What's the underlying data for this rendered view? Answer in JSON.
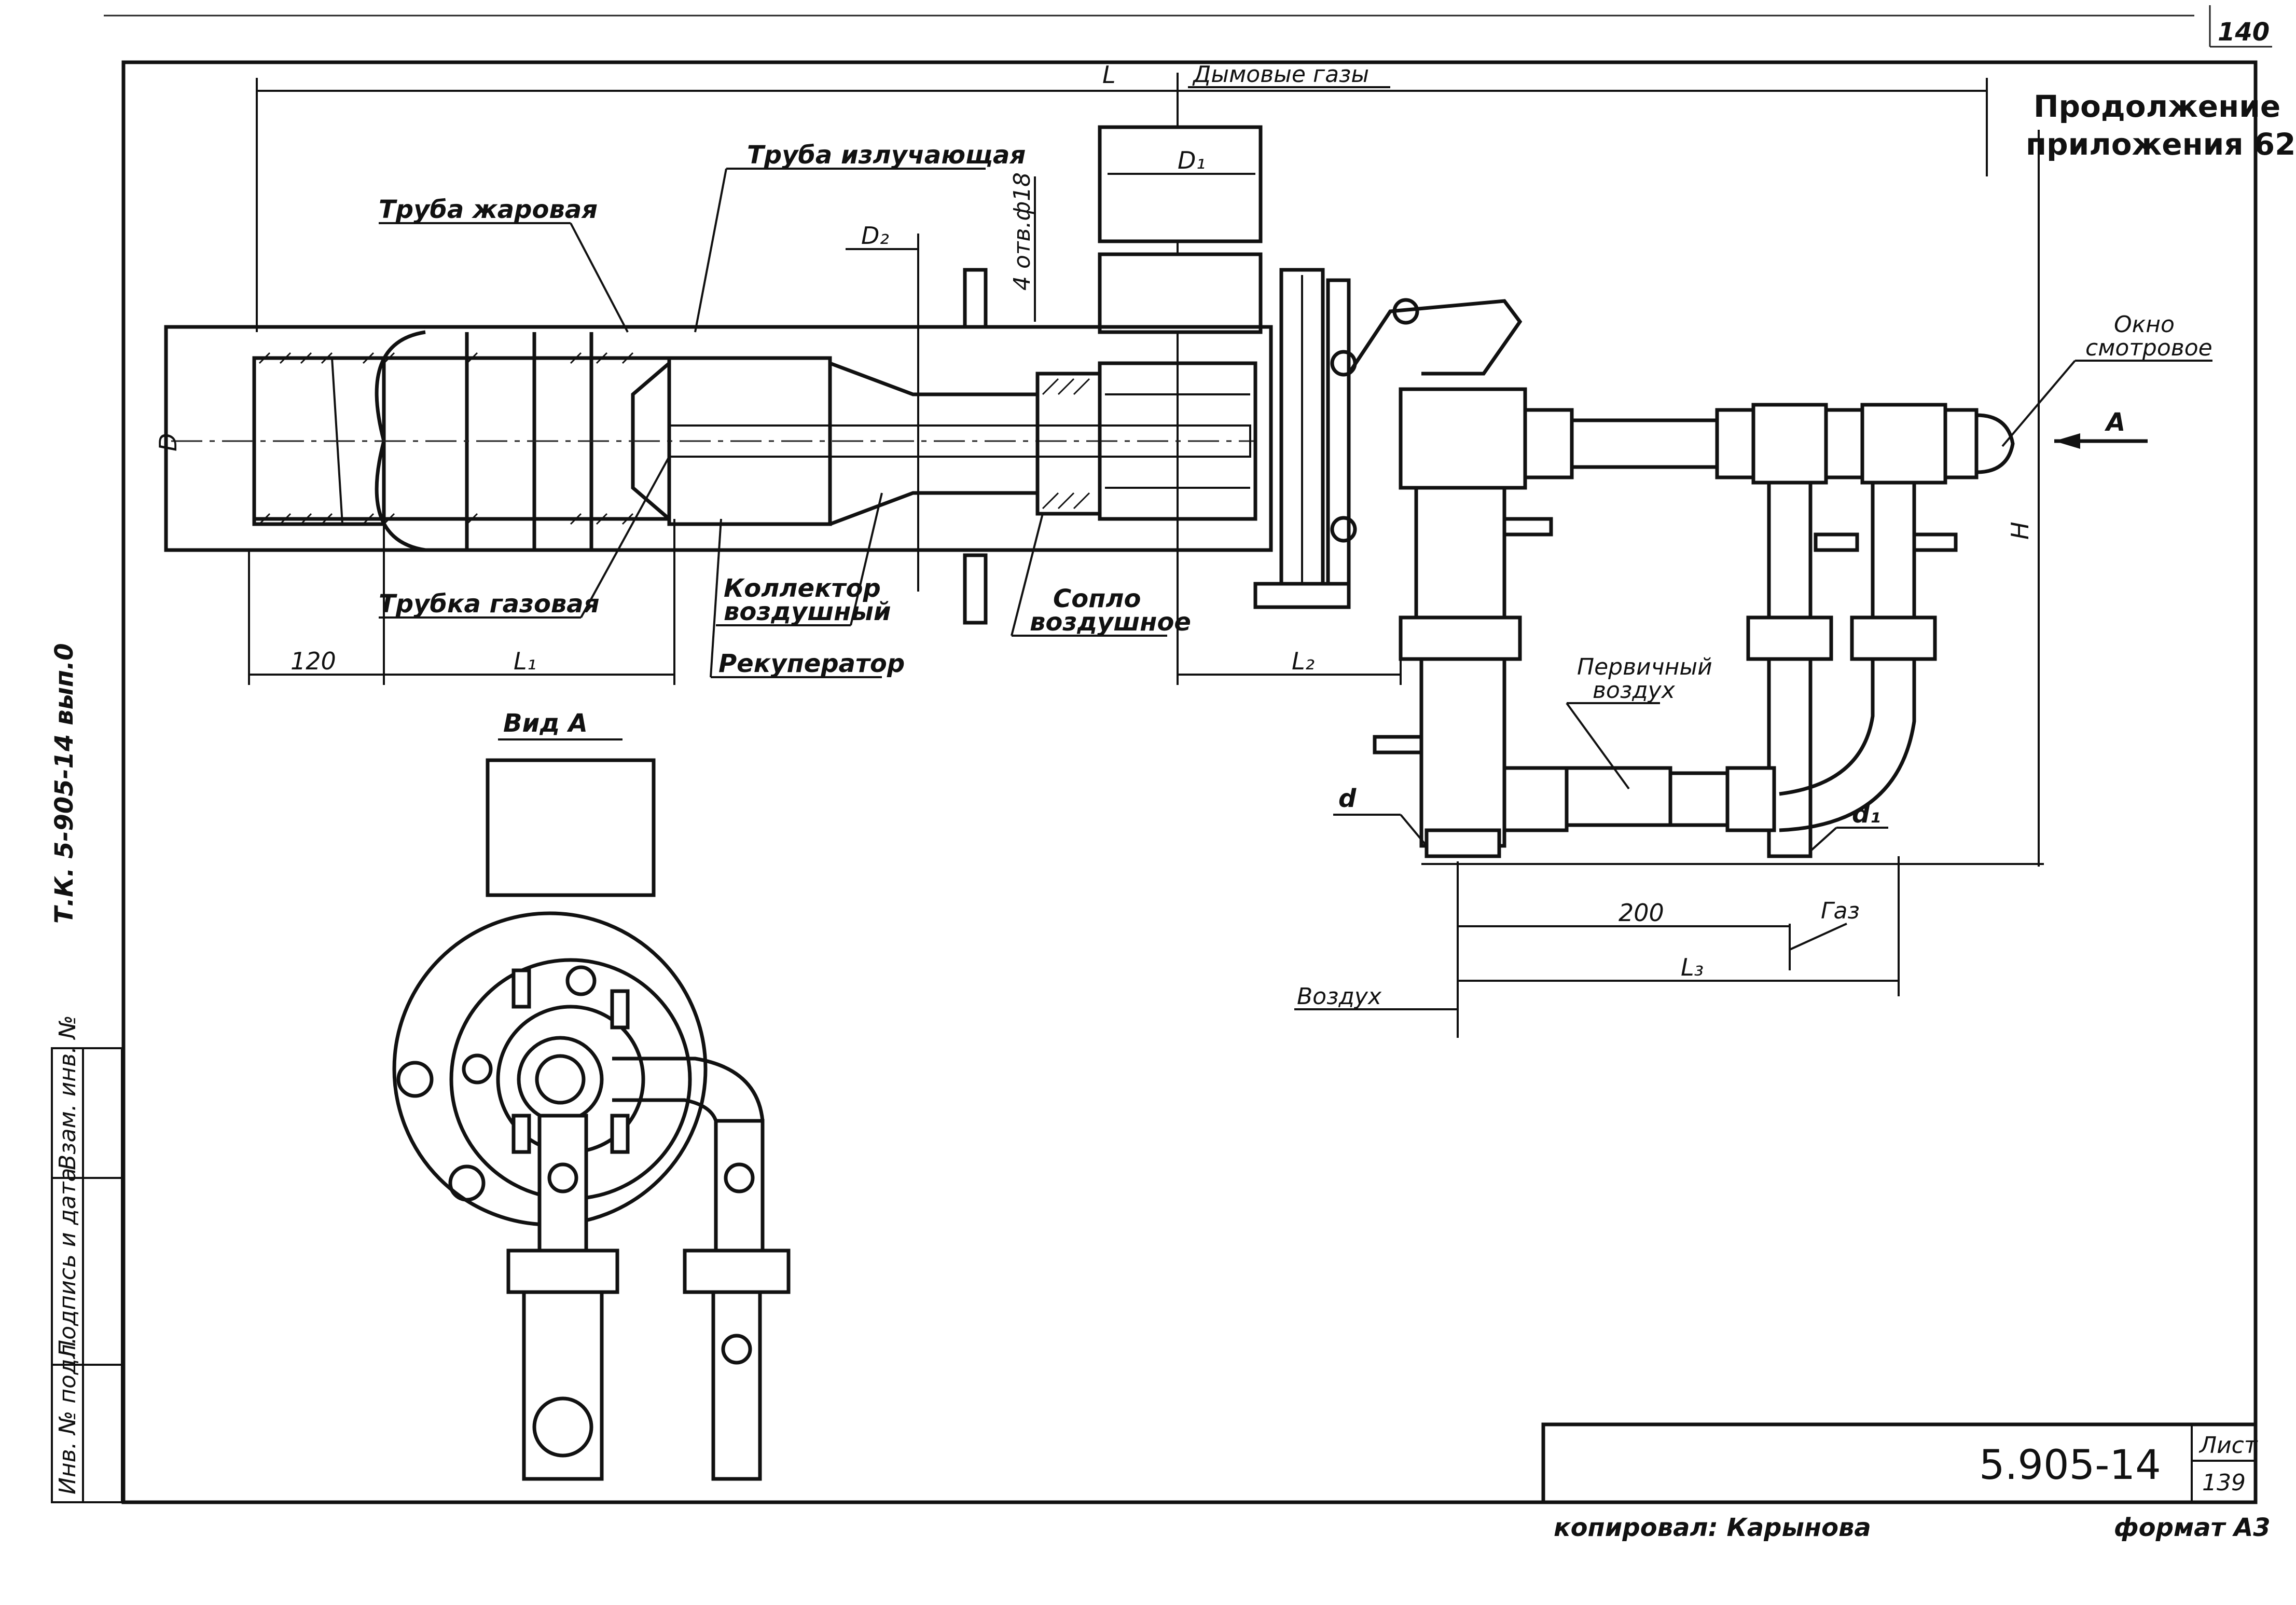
{
  "page": {
    "page_number": "140",
    "title_line1": "Продолжение",
    "title_line2": "приложения 62"
  },
  "labels": {
    "flue_gases": "Дымовые газы",
    "pipe_heat_resistant": "Труба жаровая",
    "pipe_radiating": "Труба излучающая",
    "tube_gas": "Трубка газовая",
    "collector_air_1": "Коллектор",
    "collector_air_2": "воздушный",
    "recuperator": "Рекуператор",
    "nozzle_air_1": "Сопло",
    "nozzle_air_2": "воздушное",
    "holes": "4 отв.ф18",
    "sight_window_1": "Окно",
    "sight_window_2": "смотровое",
    "primary_air_1": "Первичный",
    "primary_air_2": "воздух",
    "gas": "Газ",
    "air": "Воздух",
    "view_a": "Вид А",
    "arrow_a": "А"
  },
  "dimensions": {
    "L": "L",
    "D1": "D₁",
    "D2": "D₂",
    "D": "D",
    "H": "H",
    "L1": "L₁",
    "L2": "L₂",
    "L3": "L₃",
    "d": "d",
    "d1": "d₁",
    "dim_120": "120",
    "dim_200": "200"
  },
  "side_stamp": {
    "project_code": "Т.К. 5-905-14 вып.0",
    "col_inv_no": "Инв. № подл.",
    "col_sign_date": "Подпись и дата",
    "col_replace": "Взам. инв. №"
  },
  "title_block": {
    "doc_number": "5.905-14",
    "sheet_label": "Лист",
    "sheet_number": "139"
  },
  "footer": {
    "copied_by": "копировал: Карынова",
    "format": "формат А3"
  }
}
